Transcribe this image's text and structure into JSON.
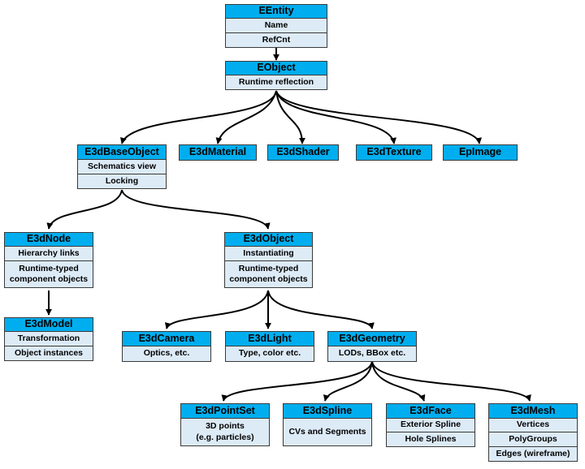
{
  "nodes": {
    "eentity": {
      "title": "EEntity",
      "rows": [
        "Name",
        "RefCnt"
      ]
    },
    "eobject": {
      "title": "EObject",
      "rows": [
        "Runtime reflection"
      ]
    },
    "e3dbaseobject": {
      "title": "E3dBaseObject",
      "rows": [
        "Schematics view",
        "Locking"
      ]
    },
    "e3dmaterial": {
      "title": "E3dMaterial"
    },
    "e3dshader": {
      "title": "E3dShader"
    },
    "e3dtexture": {
      "title": "E3dTexture"
    },
    "epimage": {
      "title": "EpImage"
    },
    "e3dnode": {
      "title": "E3dNode",
      "rows": [
        "Hierarchy links",
        "Runtime-typed\ncomponent objects"
      ]
    },
    "e3dobject": {
      "title": "E3dObject",
      "rows": [
        "Instantiating",
        "Runtime-typed\ncomponent objects"
      ]
    },
    "e3dmodel": {
      "title": "E3dModel",
      "rows": [
        "Transformation",
        "Object instances"
      ]
    },
    "e3dcamera": {
      "title": "E3dCamera",
      "rows": [
        "Optics, etc."
      ]
    },
    "e3dlight": {
      "title": "E3dLight",
      "rows": [
        "Type, color etc."
      ]
    },
    "e3dgeometry": {
      "title": "E3dGeometry",
      "rows": [
        "LODs, BBox etc."
      ]
    },
    "e3dpointset": {
      "title": "E3dPointSet",
      "rows": [
        "3D points\n(e.g. particles)"
      ]
    },
    "e3dspline": {
      "title": "E3dSpline",
      "rows": [
        "CVs and Segments"
      ]
    },
    "e3dface": {
      "title": "E3dFace",
      "rows": [
        "Exterior Spline",
        "Hole Splines"
      ]
    },
    "e3dmesh": {
      "title": "E3dMesh",
      "rows": [
        "Vertices",
        "PolyGroups",
        "Edges (wireframe)"
      ]
    }
  },
  "colors": {
    "header": "#00AEEF",
    "row": "#DDEBF7",
    "border": "#3a3a3a",
    "edge": "#000000"
  }
}
